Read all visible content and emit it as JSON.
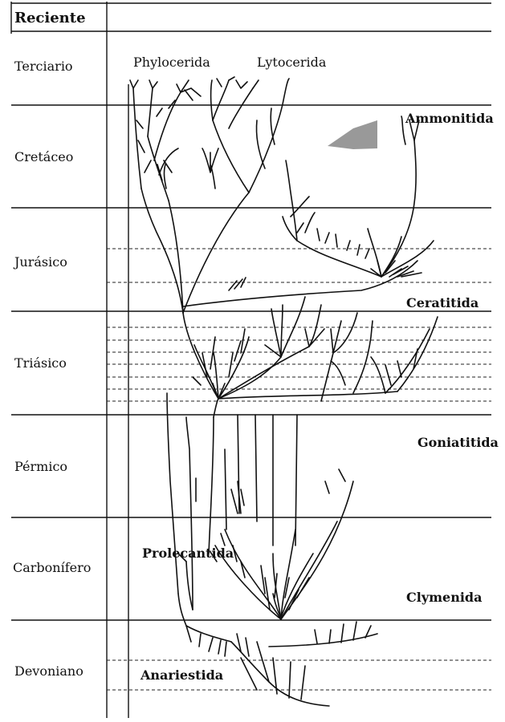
{
  "header": {
    "label": "Reciente"
  },
  "periods": [
    {
      "name": "Terciario"
    },
    {
      "name": "Cretáceo"
    },
    {
      "name": "Jurásico"
    },
    {
      "name": "Triásico"
    },
    {
      "name": "Pérmico"
    },
    {
      "name": "Carbonífero"
    },
    {
      "name": "Devoniano"
    }
  ],
  "taxa": {
    "phylocerida": "Phylocerida",
    "lytocerida": "Lytocerida",
    "ammonitida": "Ammonitida",
    "ceratitida": "Ceratitida",
    "goniatitida": "Goniatitida",
    "prolecantida": "Prolecantida",
    "clymenida": "Clymenida",
    "anariestida": "Anariestida"
  }
}
